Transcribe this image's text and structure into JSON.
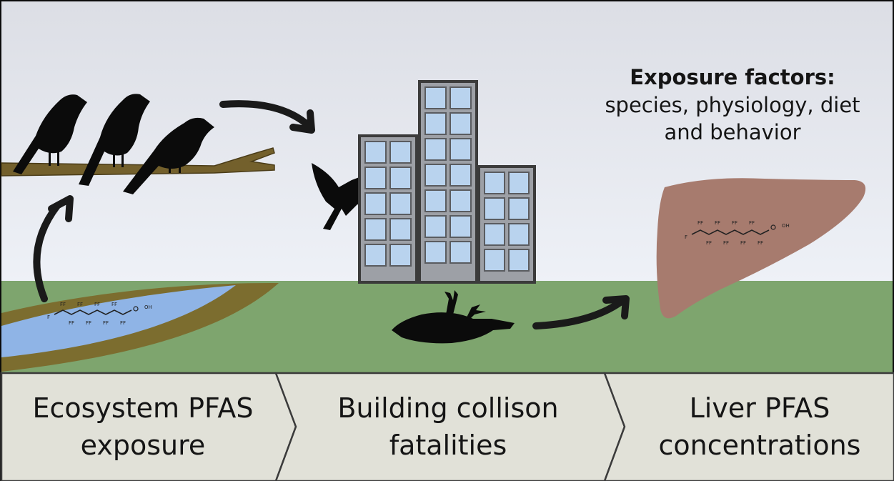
{
  "factors": {
    "title": "Exposure factors:",
    "line1": "species, physiology, diet",
    "line2": "and behavior"
  },
  "steps": [
    {
      "line1": "Ecosystem PFAS",
      "line2": "exposure"
    },
    {
      "line1": "Building collison",
      "line2": "fatalities"
    },
    {
      "line1": "Liver PFAS",
      "line2": "concentrations"
    }
  ],
  "molecule": {
    "acid_label": "OH",
    "f_label": "F",
    "ff_label": "FF"
  },
  "colors": {
    "sky_top": "#dfe1e7",
    "sky_bottom": "#eef1f7",
    "ground": "#7ea56e",
    "water": "#8fb4e6",
    "bank": "#7c6d2f",
    "building": "#9da0a6",
    "window": "#b9d3ee",
    "liver": "#a77b6e",
    "silhouette": "#0b0b0b",
    "step_fill": "#e1e1d8"
  }
}
